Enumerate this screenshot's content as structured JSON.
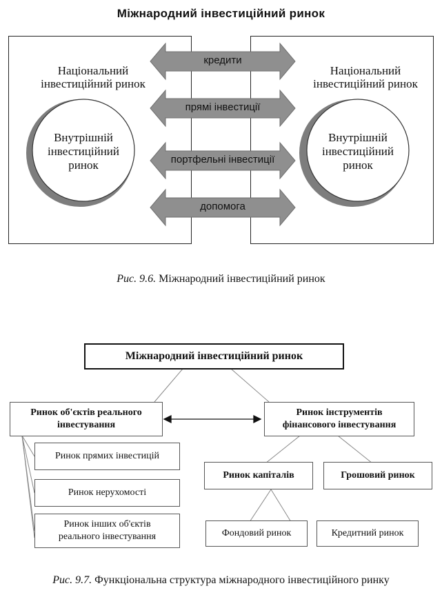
{
  "figure1": {
    "title": "Міжнародний інвестиційний ринок",
    "left_panel": {
      "national_line1": "Національний",
      "national_line2": "інвестиційний ринок",
      "inner_line1": "Внутрішній",
      "inner_line2": "інвестиційний",
      "inner_line3": "ринок"
    },
    "right_panel": {
      "national_line1": "Національний",
      "national_line2": "інвестиційний ринок",
      "inner_line1": "Внутрішній",
      "inner_line2": "інвестиційний",
      "inner_line3": "ринок"
    },
    "flows": [
      "кредити",
      "прямі інвестиції",
      "портфельні інвестиції",
      "допомога"
    ],
    "caption_prefix": "Рис. 9.6.",
    "caption_text": "Міжнародний інвестиційний ринок"
  },
  "figure2": {
    "root": "Міжнародний інвестиційний ринок",
    "real_market_line1": "Ринок об'єктів реального",
    "real_market_line2": "інвестування",
    "financial_market_line1": "Ринок інструментів",
    "financial_market_line2": "фінансового інвестування",
    "real_children": [
      {
        "line1": "Ринок прямих  інвестицій",
        "line2": ""
      },
      {
        "line1": "Ринок нерухомості",
        "line2": ""
      },
      {
        "line1": "Ринок інших  об'єктів",
        "line2": "реального інвестування"
      }
    ],
    "capital_market": "Ринок капіталів",
    "money_market": "Грошовий ринок",
    "stock_market": "Фондовий ринок",
    "credit_market": "Кредитний ринок",
    "caption_prefix": "Рис. 9.7.",
    "caption_text": "Функціональна структура міжнародного інвестиційного ринку"
  }
}
